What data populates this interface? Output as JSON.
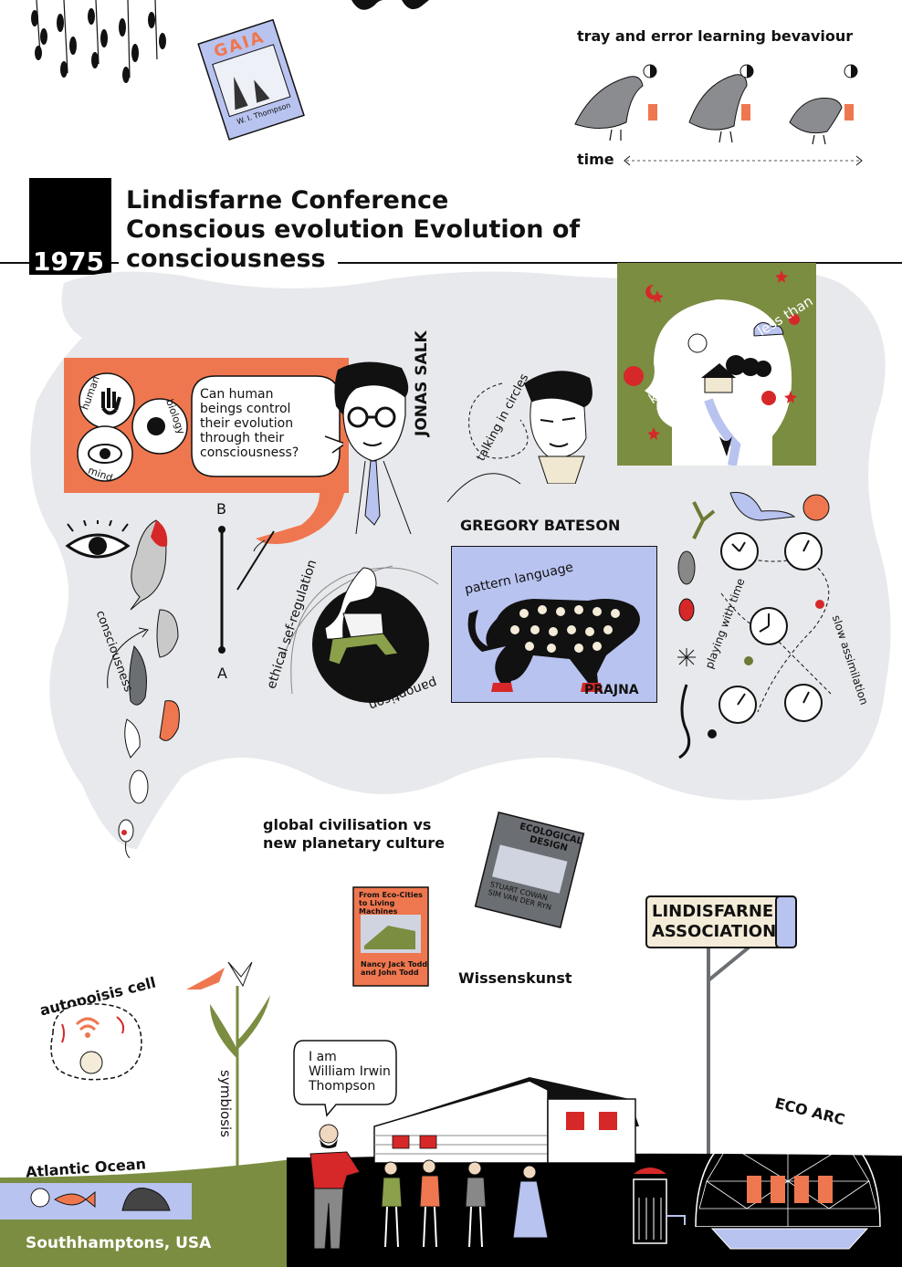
{
  "header": {
    "year": "1975",
    "title_line1": "Lindisfarne Conference",
    "title_line2": "Conscious evolution Evolution of",
    "title_line3": "consciousness"
  },
  "top": {
    "book_gaia_title": "GAIA",
    "book_gaia_author": "W. I. Thompson",
    "crow_title": "tray and error learning bevaviour",
    "time_label": "time"
  },
  "salk": {
    "name": "JONAS SALK",
    "question": [
      "Can human",
      "beings control",
      "their evolution",
      "through their",
      "consciousness?"
    ],
    "circle_human": "human",
    "circle_biology": "biology",
    "circle_mind": "mind",
    "axis_top": "B",
    "axis_bottom": "A"
  },
  "bateson": {
    "name": "GREGORY BATESON",
    "talking": "talking in circles"
  },
  "green_panel": {
    "text": "knowing is always less than being"
  },
  "left_column": {
    "consciousness": "consciousness"
  },
  "panopticon": {
    "ethical": "ethical sef-regulation",
    "panopticon": "panopticon"
  },
  "prajna": {
    "pattern": "pattern language",
    "name": "PRAJNA"
  },
  "clocks": {
    "playing": "playing with time",
    "slow": "slow assimilation"
  },
  "middle": {
    "global_line1": "global civilisation vs",
    "global_line2": "new planetary culture",
    "book_eco_title_line1": "ECOLOGICAL",
    "book_eco_title_line2": "DESIGN",
    "book_eco_author1": "STUART COWAN",
    "book_eco_author2": "SIM VAN DER RYN",
    "book_todd_title_line1": "From Eco-Cities",
    "book_todd_title_line2": "to Living Machines",
    "book_todd_author1": "Nancy Jack Todd",
    "book_todd_author2": "and John Todd",
    "wissenskunst": "Wissenskunst",
    "sign_line1": "LINDISFARNE",
    "sign_line2": "ASSOCIATION"
  },
  "bottom": {
    "autopoisis": "autopoisis cell",
    "symbiosis": "symbiosis",
    "thompson_line1": "I am",
    "thompson_line2": "William Irwin",
    "thompson_line3": "Thompson",
    "eco_arc": "ECO ARC",
    "atlantic": "Atlantic Ocean",
    "location": "Southhamptons, USA"
  },
  "colors": {
    "orange": "#ef774f",
    "green": "#7b8d41",
    "blue": "#b8c3ef",
    "grey_blob": "#e8e9ec",
    "red": "#d62828"
  }
}
